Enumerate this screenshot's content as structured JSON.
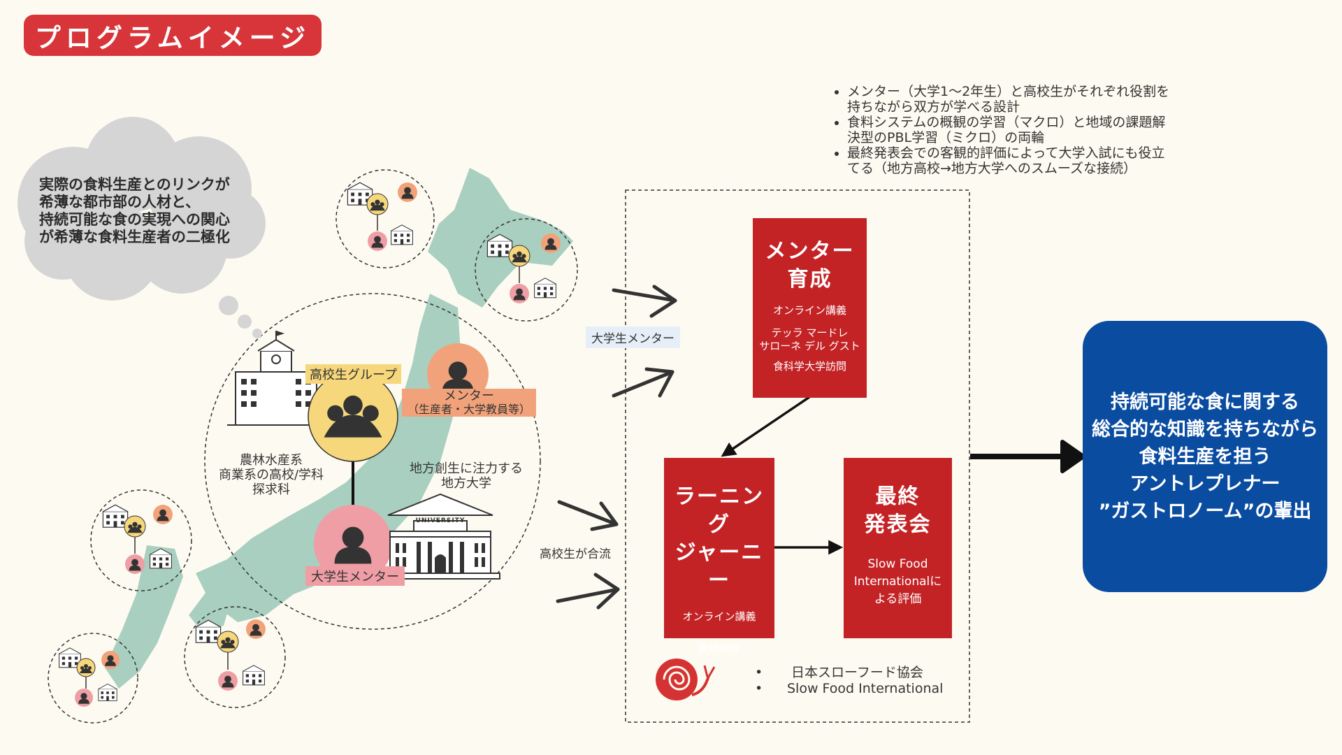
{
  "title": "プログラムイメージ",
  "cloud": {
    "lines": [
      "実際の食料生産とのリンクが",
      "希薄な都市部の人材と、",
      "持続可能な食の実現への関心",
      "が希薄な食料生産者の二極化"
    ]
  },
  "bullets": [
    [
      "メンター（大学1〜2年生）と高校生がそれぞれ役割を",
      "持ちながら双方が学べる設計"
    ],
    [
      "食料システムの概観の学習（マクロ）と地域の課題解",
      "決型のPBL学習（ミクロ）の両輪"
    ],
    [
      "最終発表会での客観的評価によって大学入試にも役立",
      "てる（地方高校→地方大学へのスムーズな接続）"
    ]
  ],
  "map": {
    "group_label": "高校生グループ",
    "mentor_label": "メンター",
    "mentor_sub": "（生産者・大学教員等）",
    "school_lines": [
      "農林水産系",
      "商業系の高校/学科",
      "探求科"
    ],
    "university_lines": [
      "地方創生に注力する",
      "地方大学"
    ],
    "student_mentor_label": "大学生メンター",
    "university_sign": "UNIVERSITY"
  },
  "flow": {
    "arrow_label_top": "大学生メンター",
    "arrow_label_bottom": "高校生が合流",
    "mentor_box": {
      "title_lines": [
        "メンター",
        "育成"
      ],
      "items": [
        "オンライン講義",
        "テッラ マードレ",
        "サローネ デル グスト",
        "食科学大学訪問"
      ]
    },
    "journey_box": {
      "title_lines": [
        "ラーニング",
        "ジャーニー"
      ],
      "items": [
        "オンライン講義",
        "実地研修"
      ]
    },
    "final_box": {
      "title_lines": [
        "最終",
        "発表会"
      ],
      "items": [
        "Slow Food",
        "Internationalに",
        "よる評価"
      ]
    },
    "orgs": [
      "日本スローフード協会",
      "Slow Food International"
    ]
  },
  "outcome": {
    "lines": [
      "持続可能な食に関する",
      "総合的な知識を持ちながら",
      "食料生産を担う",
      "アントレプレナー",
      "”ガストロノーム”の輩出"
    ]
  },
  "colors": {
    "accent_red": "#c42326",
    "title_red": "#d7353a",
    "outcome_blue": "#0a4ca0",
    "map_green": "#a9cfc0",
    "group_yellow": "#f6d77c",
    "mentor_orange": "#f2a27a",
    "student_pink": "#ee9ea4"
  }
}
